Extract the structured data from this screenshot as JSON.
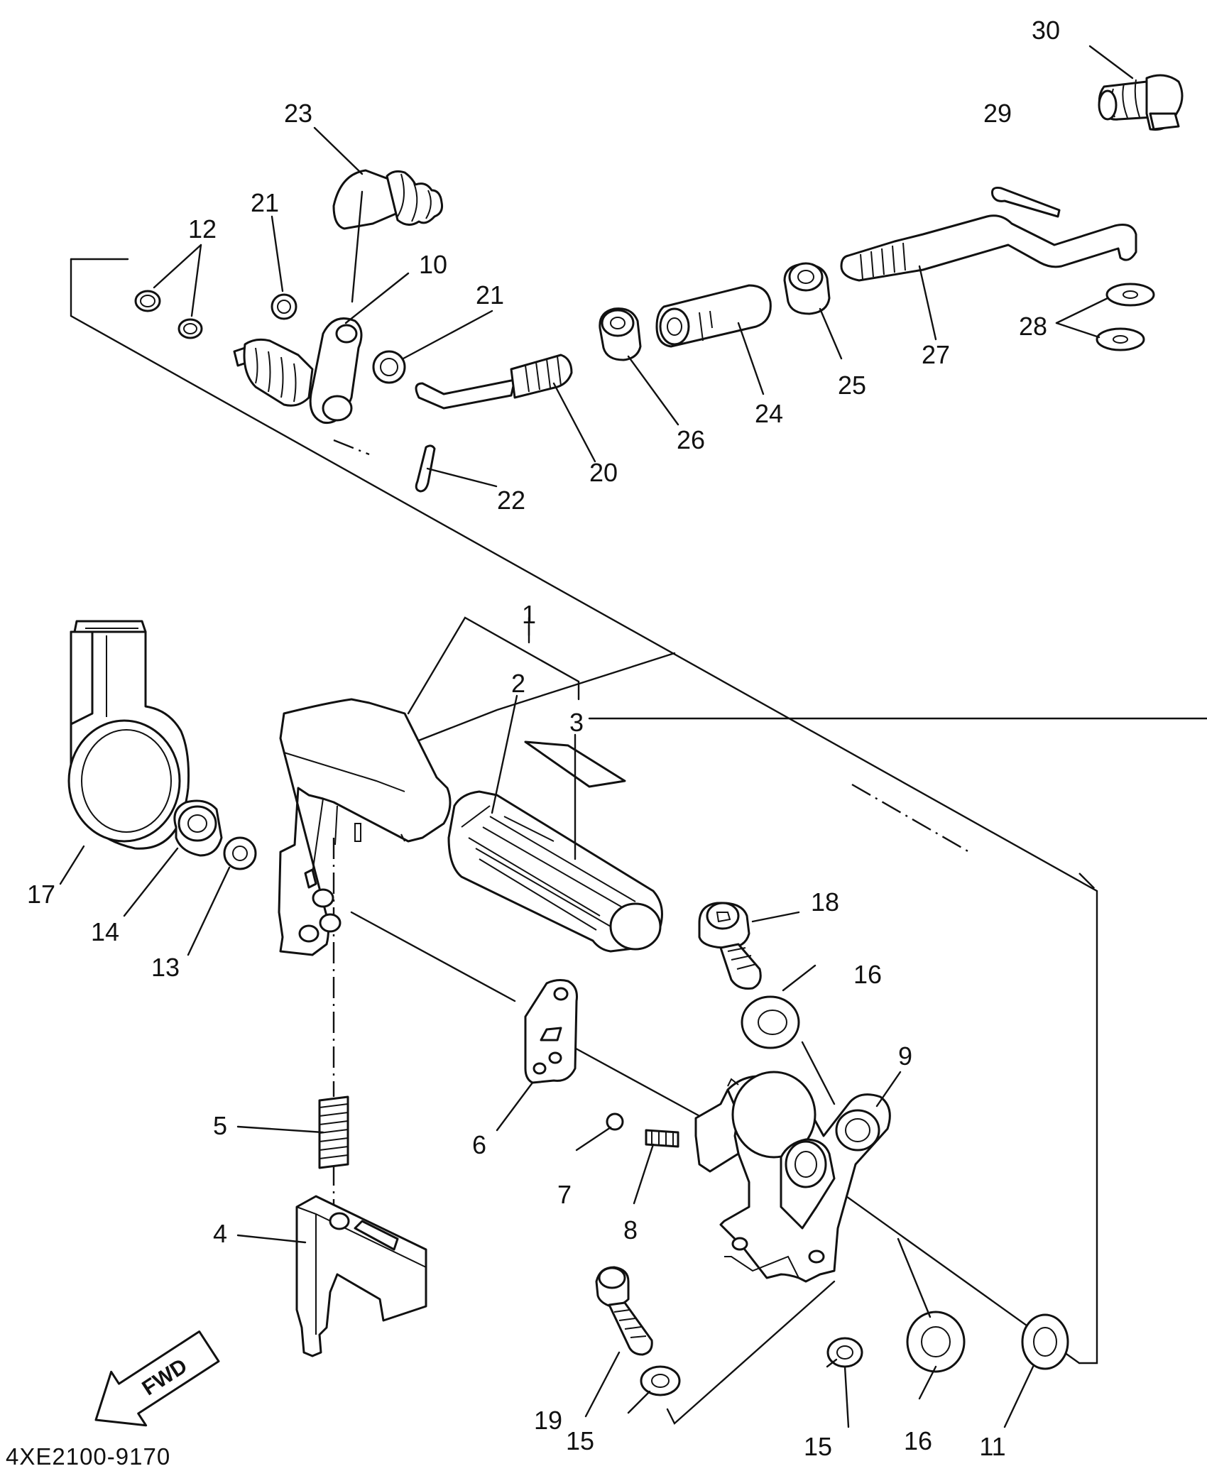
{
  "diagram": {
    "drawing_code": "4XE2100-9170",
    "fwd_label": "FWD",
    "callouts": [
      {
        "id": "c1",
        "text": "1"
      },
      {
        "id": "c2",
        "text": "2"
      },
      {
        "id": "c3",
        "text": "3"
      },
      {
        "id": "c4",
        "text": "4"
      },
      {
        "id": "c5",
        "text": "5"
      },
      {
        "id": "c6",
        "text": "6"
      },
      {
        "id": "c7",
        "text": "7"
      },
      {
        "id": "c8",
        "text": "8"
      },
      {
        "id": "c9",
        "text": "9"
      },
      {
        "id": "c10",
        "text": "10"
      },
      {
        "id": "c11",
        "text": "11"
      },
      {
        "id": "c12",
        "text": "12"
      },
      {
        "id": "c13",
        "text": "13"
      },
      {
        "id": "c14",
        "text": "14"
      },
      {
        "id": "c15a",
        "text": "15"
      },
      {
        "id": "c15b",
        "text": "15"
      },
      {
        "id": "c16a",
        "text": "16"
      },
      {
        "id": "c16b",
        "text": "16"
      },
      {
        "id": "c17",
        "text": "17"
      },
      {
        "id": "c18",
        "text": "18"
      },
      {
        "id": "c19",
        "text": "19"
      },
      {
        "id": "c20",
        "text": "20"
      },
      {
        "id": "c21a",
        "text": "21"
      },
      {
        "id": "c21b",
        "text": "21"
      },
      {
        "id": "c22",
        "text": "22"
      },
      {
        "id": "c23",
        "text": "23"
      },
      {
        "id": "c24",
        "text": "24"
      },
      {
        "id": "c25",
        "text": "25"
      },
      {
        "id": "c26",
        "text": "26"
      },
      {
        "id": "c27",
        "text": "27"
      },
      {
        "id": "c28",
        "text": "28"
      },
      {
        "id": "c29",
        "text": "29"
      },
      {
        "id": "c30",
        "text": "30"
      }
    ]
  }
}
